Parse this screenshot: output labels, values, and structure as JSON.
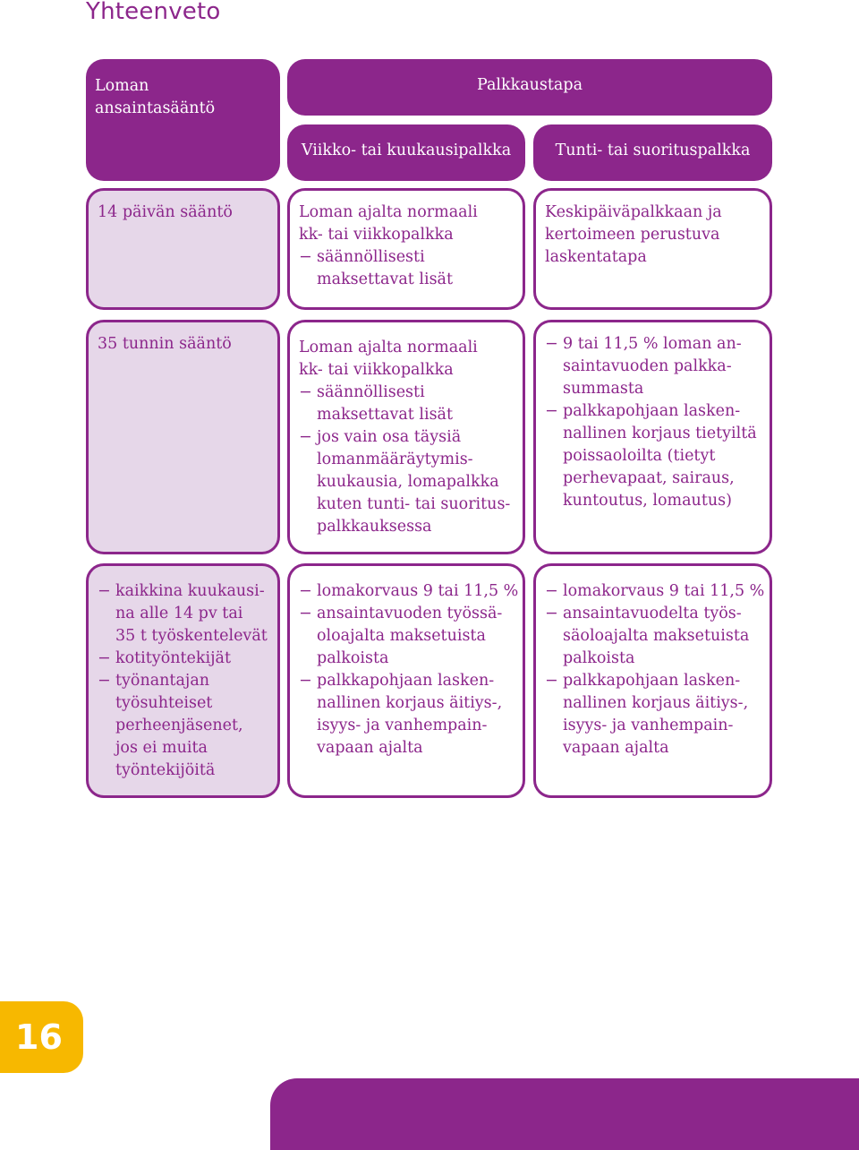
{
  "title": "Yhteenveto",
  "header": {
    "rule_label": "Loman ansaintasääntö",
    "rule_lines": [
      "Loman",
      "ansaintasääntö"
    ],
    "pay_method": "Palkkaustapa",
    "col_weekly_monthly": "Viikko- tai kuukausipalkka",
    "col_hourly_piece": "Tunti- tai suorituspalkka"
  },
  "rows": [
    {
      "rule": "14 päivän sääntö",
      "weekly": {
        "lines": [
          "Loman ajalta normaali",
          "kk- tai viikkopalkka"
        ],
        "items": [
          "säännöllisesti\nmaksettavat lisät"
        ]
      },
      "hourly": {
        "lines": [
          "Keskipäiväpalkkaan ja",
          "kertoimeen perustuva",
          "laskentatapa"
        ],
        "items": []
      }
    },
    {
      "rule": "35 tunnin sääntö",
      "weekly": {
        "lines": [
          "Loman ajalta normaali",
          "kk- tai viikkopalkka"
        ],
        "items": [
          "säännöllisesti\nmaksettavat lisät",
          "jos vain osa täysiä\nlomanmääräytymis-\nkuukausia, lomapalkka\nkuten tunti- tai suoritus-\npalkkauksessa"
        ]
      },
      "hourly": {
        "lines": [],
        "items": [
          "9 tai 11,5 % loman an-\nsaintavuoden palkka-\nsummasta",
          "palkkapohjaan lasken-\nnallinen korjaus tietyiltä\npoissaoloilta (tietyt\nperhevapaat, sairaus,\nkuntoutus, lomautus)"
        ]
      }
    },
    {
      "rule_items": [
        "kaikkina kuukausi-\nna alle 14 pv tai\n35 t työskentelevät",
        "kotityöntekijät",
        "työnantajan\ntyösuhteiset\nperheenjäsenet,\njos ei muita\ntyöntekijöitä"
      ],
      "weekly": {
        "lines": [],
        "items": [
          "lomakorvaus 9 tai 11,5 %",
          "ansaintavuoden työssä-\noloajalta maksetuista\npalkoista",
          "palkkapohjaan lasken-\nnallinen korjaus äitiys-,\nisyys- ja vanhempain-\nvapaan ajalta"
        ]
      },
      "hourly": {
        "lines": [],
        "items": [
          "lomakorvaus 9 tai 11,5 %",
          "ansaintavuodelta työs-\nsäoloajalta maksetuista\npalkoista",
          "palkkapohjaan lasken-\nnallinen korjaus äitiys-,\nisyys- ja vanhempain-\nvapaan ajalta"
        ]
      }
    }
  ],
  "dash": "−",
  "page_number": "16",
  "colors": {
    "accent": "#8c268b",
    "light_fill": "#e6d7e9",
    "page_tab": "#f7b800"
  }
}
